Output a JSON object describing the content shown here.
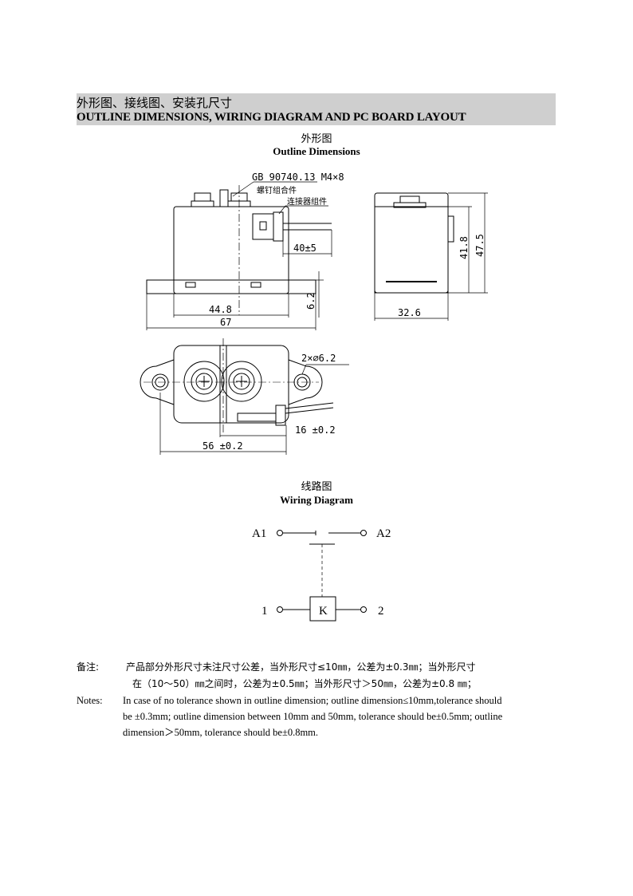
{
  "header": {
    "title_cn": "外形图、接线图、安装孔尺寸",
    "title_en": "OUTLINE DIMENSIONS, WIRING DIAGRAM AND PC BOARD LAYOUT"
  },
  "outline": {
    "title_cn": "外形图",
    "title_en": "Outline Dimensions",
    "labels": {
      "screw_spec": "GB 90740.13   M4×8",
      "screw_cn": "螺钉组合件",
      "connector_cn": "连接器组件",
      "dim_40": "40±5",
      "dim_44_8": "44.8",
      "dim_67": "67",
      "dim_6_2": "6.2",
      "dim_41_8": "41.8",
      "dim_47_5": "47.5",
      "dim_32_6": "32.6",
      "dim_holes": "2×∅6.2",
      "dim_16": "16 ±0.2",
      "dim_56": "56 ±0.2"
    }
  },
  "wiring": {
    "title_cn": "线路图",
    "title_en": "Wiring Diagram",
    "labels": {
      "a1": "A1",
      "a2": "A2",
      "t1": "1",
      "t2": "2",
      "coil": "K"
    }
  },
  "notes": {
    "label_cn": "备注:",
    "text_cn_1": "产品部分外形尺寸未注尺寸公差，当外形尺寸≤10㎜，公差为±0.3㎜；当外形尺寸",
    "text_cn_2": "在（10～50）㎜之间时，公差为±0.5㎜；当外形尺寸＞50㎜，公差为±0.8 ㎜；",
    "label_en": "Notes:",
    "text_en_1": "In case of no tolerance shown in outline dimension; outline dimension≤10mm,tolerance should",
    "text_en_2": "be ±0.3mm; outline dimension between 10mm and 50mm, tolerance should be±0.5mm; outline",
    "text_en_3": "dimension＞50mm, tolerance should be±0.8mm."
  }
}
